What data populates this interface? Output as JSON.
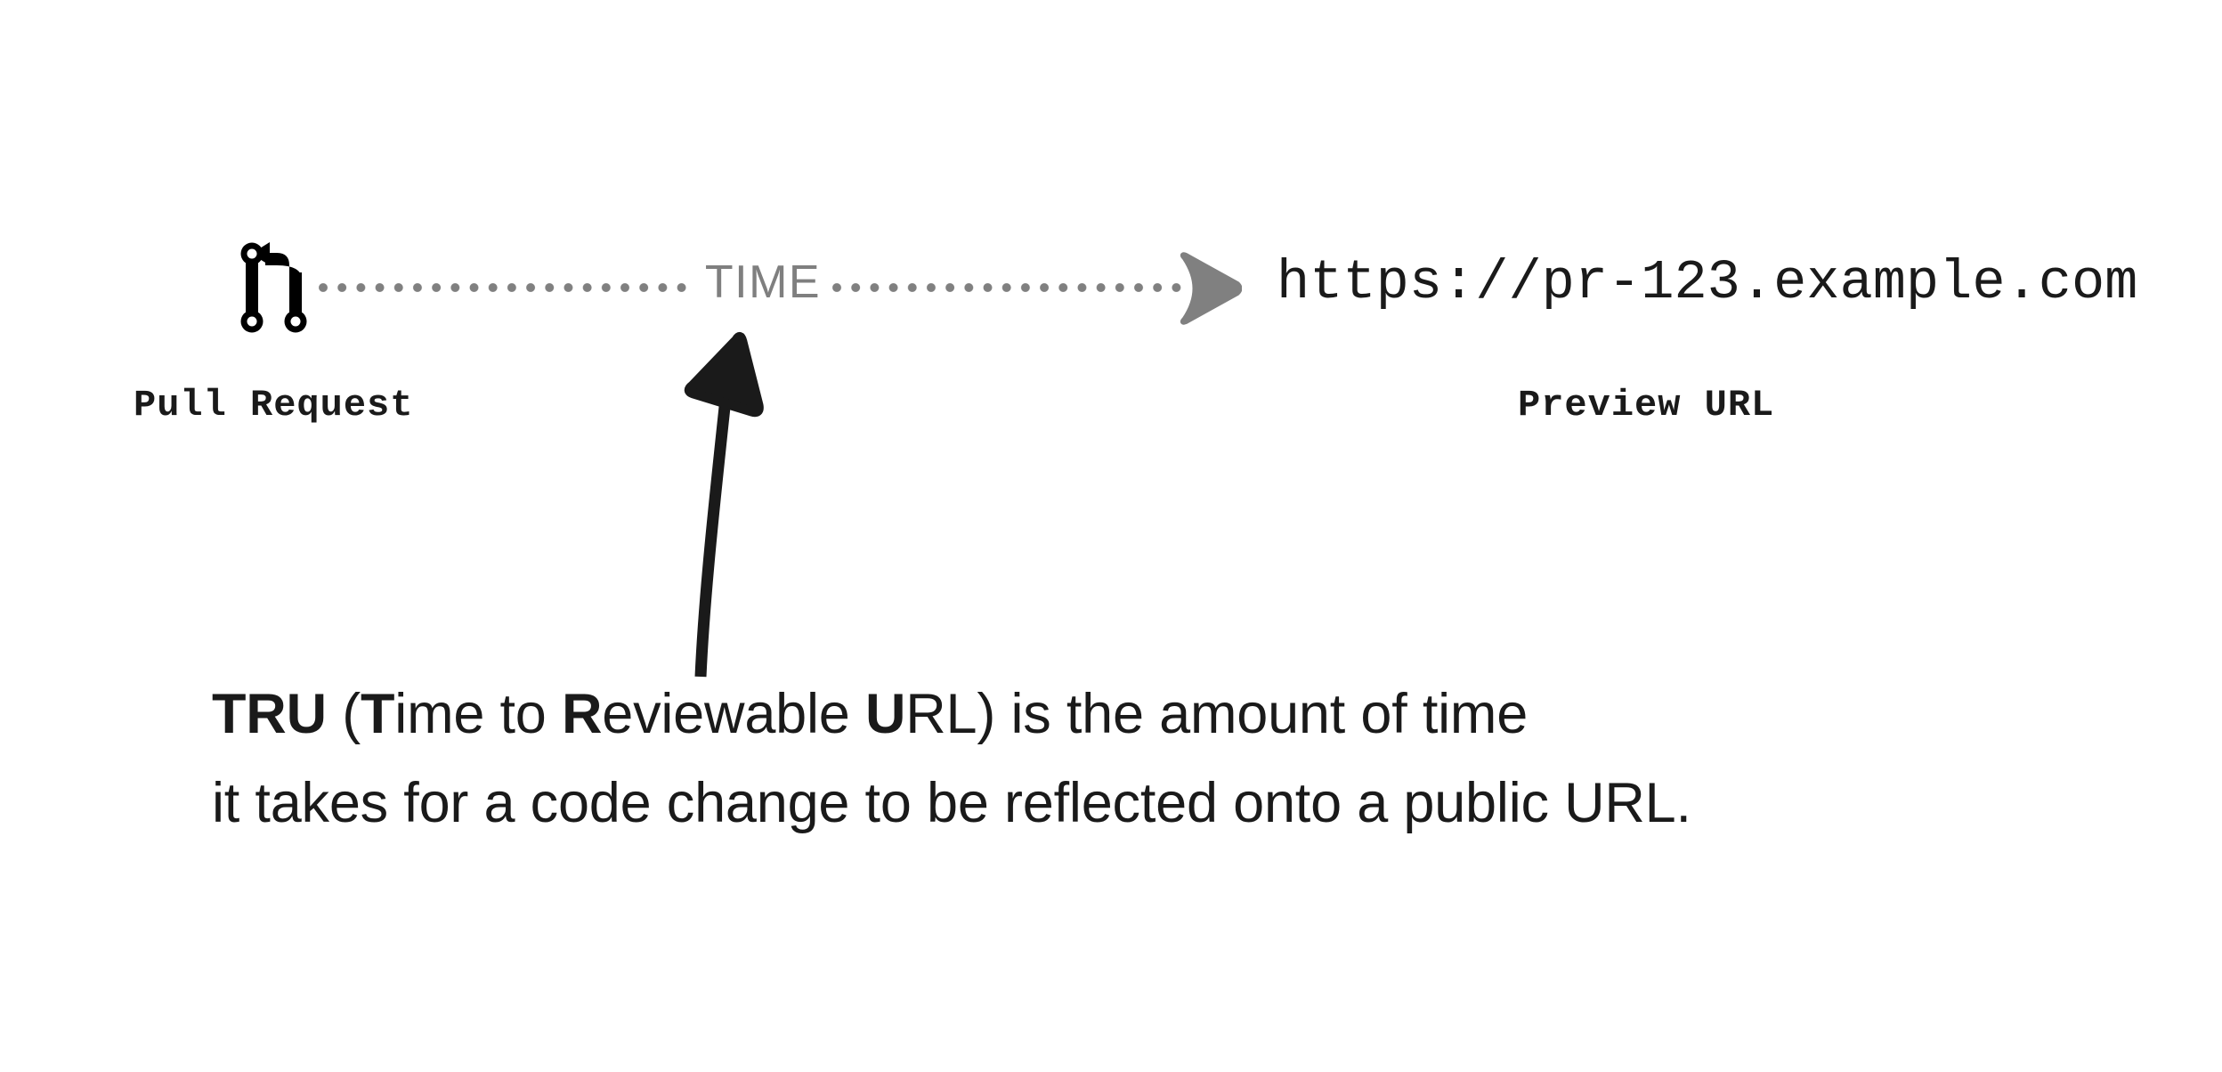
{
  "diagram": {
    "title": "TRU (Time to Reviewable URL) flow diagram",
    "background_color": "#ffffff",
    "accent_gray": "#808080",
    "ink_color": "#1a1a1a",
    "time_label_color": "#7f7f7f"
  },
  "flow": {
    "source": {
      "icon": "git-pull-request-icon",
      "label": "Pull Request"
    },
    "connector": {
      "style": "dotted",
      "middle_label": "TIME",
      "arrowhead": "triangle-right-icon",
      "color": "#808080"
    },
    "target": {
      "value": "https://pr-123.example.com",
      "label": "Preview URL"
    }
  },
  "annotation": {
    "arrow": "curved-up-arrow-icon",
    "caption_lines": [
      {
        "parts": [
          {
            "text": "TRU",
            "bold": true
          },
          {
            "text": " (",
            "bold": false
          },
          {
            "text": "T",
            "bold": true
          },
          {
            "text": "ime to ",
            "bold": false
          },
          {
            "text": "R",
            "bold": true
          },
          {
            "text": "eviewable ",
            "bold": false
          },
          {
            "text": "U",
            "bold": true
          },
          {
            "text": "RL) is the amount of time",
            "bold": false
          }
        ]
      },
      {
        "parts": [
          {
            "text": "it takes for a code change to be reflected onto a public URL.",
            "bold": false
          }
        ]
      }
    ]
  }
}
